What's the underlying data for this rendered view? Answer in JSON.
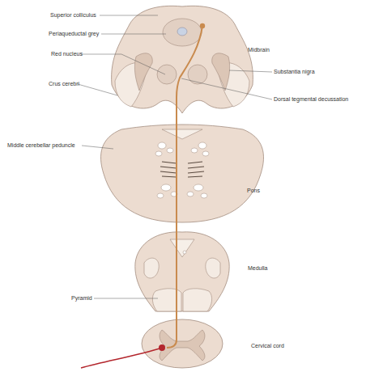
{
  "diagram": {
    "labels": [
      "Superior colliculus",
      "Periaqueductal grey",
      "Red nucleus",
      "Crus cerebri",
      "Midbrain",
      "Substantia nigra",
      "Dorsal tegmental decussation",
      "Middle cerebellar peduncle",
      "Pons",
      "Medulla",
      "Pyramid",
      "Cervical cord"
    ]
  }
}
